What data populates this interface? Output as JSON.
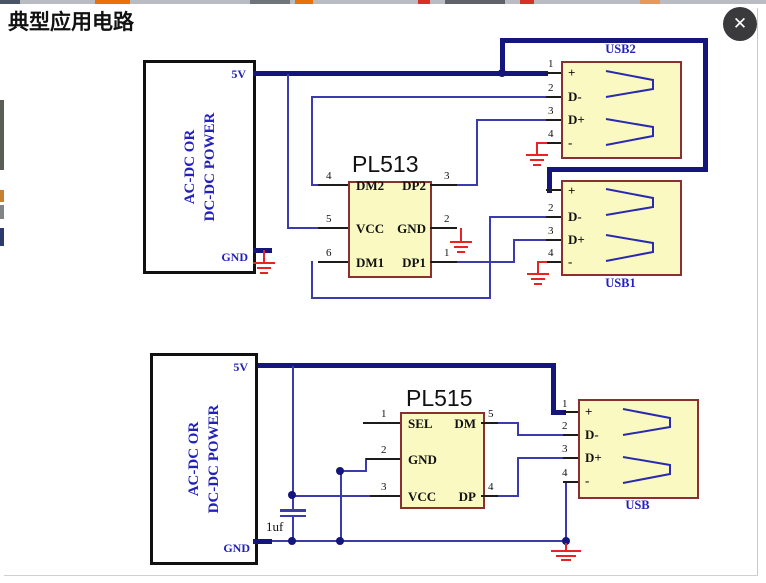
{
  "page": {
    "title": "典型应用电路",
    "close_glyph": "✕"
  },
  "colors": {
    "wire_thin": "#3b3bad",
    "wire_thick": "#15157e",
    "pin_stub": "#1c1c1c",
    "ground_red": "#e62424",
    "chip_fill": "#faf9c2",
    "chip_border": "#8b3030",
    "label_blue": "#2222bb",
    "text_black": "#111111",
    "close_bg": "#3a3a3c"
  },
  "c1": {
    "power": {
      "line1": "AC-DC OR",
      "line2": "DC-DC POWER",
      "v5": "5V",
      "gnd": "GND"
    },
    "chip": {
      "name": "PL513",
      "left": [
        {
          "n": "4",
          "l": "DM2"
        },
        {
          "n": "5",
          "l": "VCC"
        },
        {
          "n": "6",
          "l": "DM1"
        }
      ],
      "right": [
        {
          "n": "3",
          "l": "DP2"
        },
        {
          "n": "2",
          "l": "GND"
        },
        {
          "n": "1",
          "l": "DP1"
        }
      ]
    },
    "usb2": {
      "title": "USB2",
      "pins": [
        {
          "n": "1",
          "l": "+"
        },
        {
          "n": "2",
          "l": "D-"
        },
        {
          "n": "3",
          "l": "D+"
        },
        {
          "n": "4",
          "l": "-"
        }
      ]
    },
    "usb1": {
      "title": "USB1",
      "pins": [
        {
          "n": "",
          "l": "+"
        },
        {
          "n": "2",
          "l": "D-"
        },
        {
          "n": "3",
          "l": "D+"
        },
        {
          "n": "4",
          "l": "-"
        }
      ]
    }
  },
  "c2": {
    "power": {
      "line1": "AC-DC OR",
      "line2": "DC-DC POWER",
      "v5": "5V",
      "gnd": "GND"
    },
    "chip": {
      "name": "PL515",
      "left": [
        {
          "n": "1",
          "l": "SEL"
        },
        {
          "n": "2",
          "l": "GND"
        },
        {
          "n": "3",
          "l": "VCC"
        }
      ],
      "right": [
        {
          "n": "5",
          "l": "DM"
        },
        {
          "n": "4",
          "l": "DP"
        }
      ]
    },
    "usb": {
      "title": "USB",
      "pins": [
        {
          "n": "1",
          "l": "+"
        },
        {
          "n": "2",
          "l": "D-"
        },
        {
          "n": "3",
          "l": "D+"
        },
        {
          "n": "4",
          "l": "-"
        }
      ]
    },
    "capacitor": {
      "label": "1uf"
    }
  }
}
